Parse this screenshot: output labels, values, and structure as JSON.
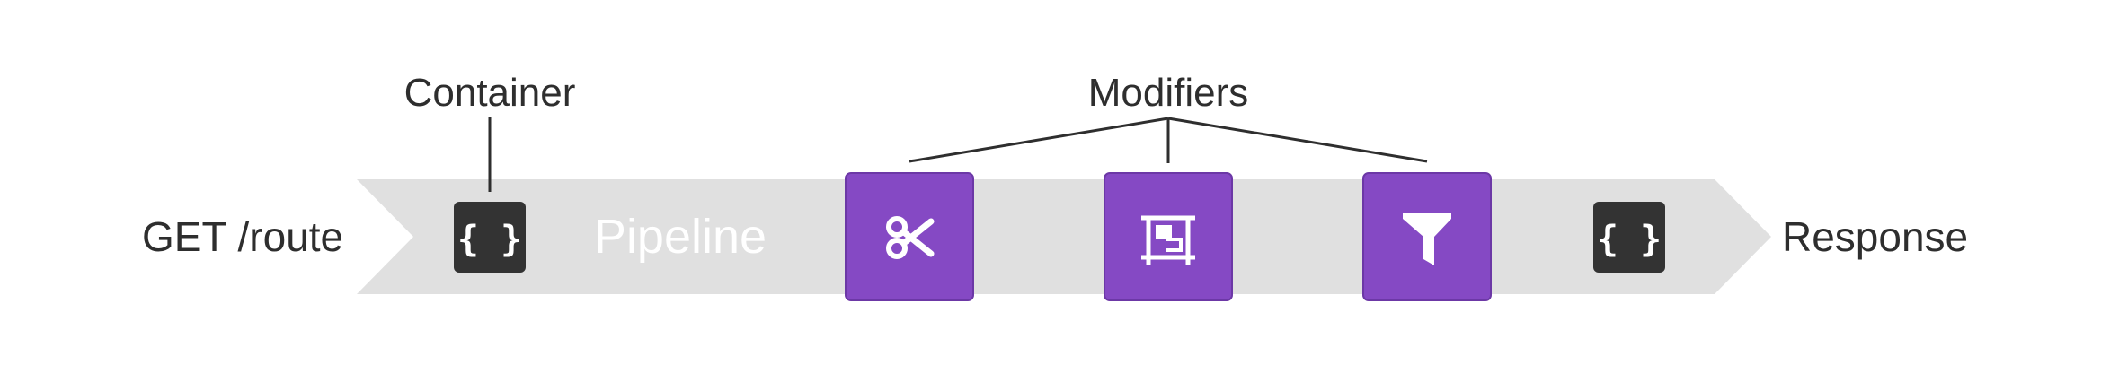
{
  "labels": {
    "request": "GET /route",
    "container": "Container",
    "pipeline": "Pipeline",
    "modifiers": "Modifiers",
    "response": "Response"
  },
  "container_box": {
    "glyph": "{ }",
    "icon": "curly-braces-icon"
  },
  "response_box": {
    "glyph": "{ }",
    "icon": "curly-braces-icon"
  },
  "modifiers": [
    {
      "icon": "scissors-icon"
    },
    {
      "icon": "crop-icon"
    },
    {
      "icon": "filter-icon"
    }
  ],
  "colors": {
    "pipeline_band": "#e0e0e0",
    "modifier_fill": "#8549c4",
    "modifier_border": "#6c38a6",
    "container_fill": "#333333",
    "text_dark": "#2e2e2e",
    "connector": "#2e2e2e"
  }
}
